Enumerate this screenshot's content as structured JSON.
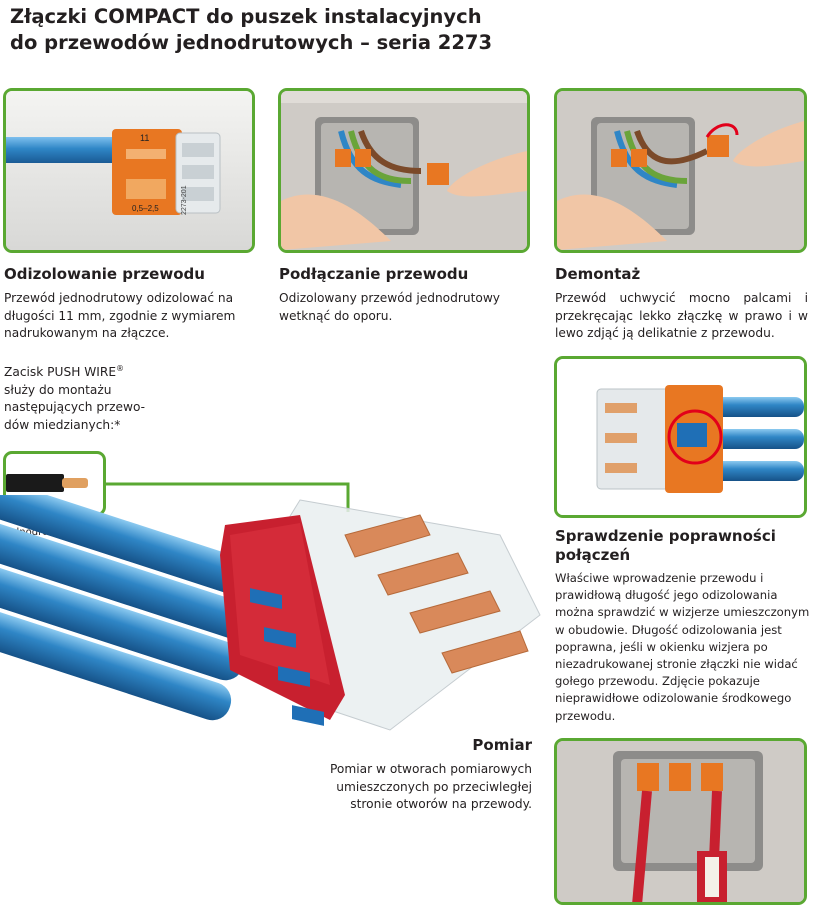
{
  "title_line1": "Złączki COMPACT do puszek instalacyjnych",
  "title_line2": "do przewodów jednodrutowych – seria 2273",
  "steps": [
    {
      "heading": "Odizolowanie przewodu",
      "text": "Przewód jednodrutowy odizolować na długości 11 mm, zgodnie z wymiarem nadrukowanym na złączce.",
      "photo_labels": [
        "11",
        "2273-201",
        "0,5–2,5"
      ]
    },
    {
      "heading": "Podłączanie przewodu",
      "text": "Odizolowany przewód jednodrutowy wetknąć do oporu."
    },
    {
      "heading": "Demontaż",
      "text": "Przewód uchwycić mocno palcami i przekręcając lekko złączkę w prawo i w lewo zdjąć ją delikatnie z przewodu."
    }
  ],
  "push_wire": {
    "line1": "Zacisk PUSH WIRE",
    "reg": "®",
    "line2": "służy do montażu",
    "line3": "następujących przewo-",
    "line4": "dów miedzianych:*",
    "caption": "jednodrutowy („j”)"
  },
  "check": {
    "heading_line1": "Sprawdzenie poprawności",
    "heading_line2": "połączeń",
    "text": "Właściwe wprowadzenie przewodu i prawidłową długość jego odizolowania można sprawdzić w wizjerze umieszczonym w obudowie. Długość odizolowania jest poprawna, jeśli w okienku wizjera po niezadrukowanej stronie złączki nie widać gołego przewodu. Zdjęcie pokazuje nieprawidłowe odizolowanie środkowego przewodu."
  },
  "measure": {
    "heading": "Pomiar",
    "line1": "Pomiar w otworach pomiarowych",
    "line2": "umieszczonych po przeciwległej",
    "line3": "stronie otworów na przewody."
  },
  "colors": {
    "frame_green": "#5aa832",
    "wire_blue": "#2f86c6",
    "connector_orange": "#e87722",
    "connector_red": "#c8202f",
    "copper": "#d9895a"
  }
}
